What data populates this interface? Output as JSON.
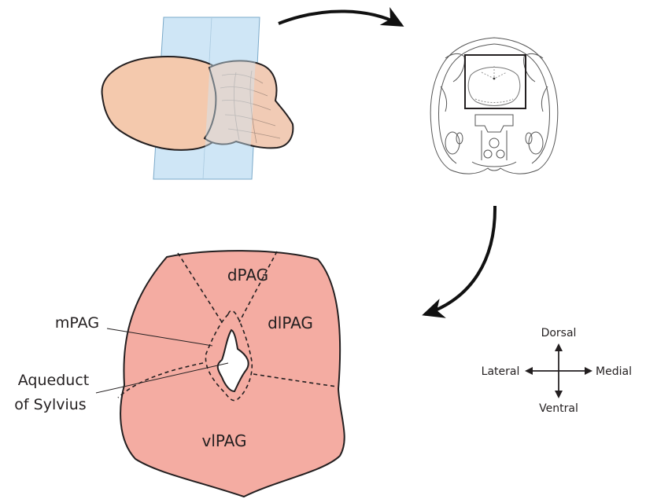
{
  "regions": {
    "dorsal": "dPAG",
    "dorsolateral": "dlPAG",
    "ventrolateral": "vlPAG"
  },
  "annotations": {
    "medial": "mPAG",
    "aqueduct_line1": "Aqueduct",
    "aqueduct_line2": "of Sylvius"
  },
  "orientation": {
    "top": "Dorsal",
    "bottom": "Ventral",
    "left": "Lateral",
    "right": "Medial"
  },
  "colors": {
    "pag_fill": "#f4aca2",
    "brain_fill": "#f4c9ad",
    "slice_plane": "#cfe6f6",
    "outline": "#231f20"
  }
}
